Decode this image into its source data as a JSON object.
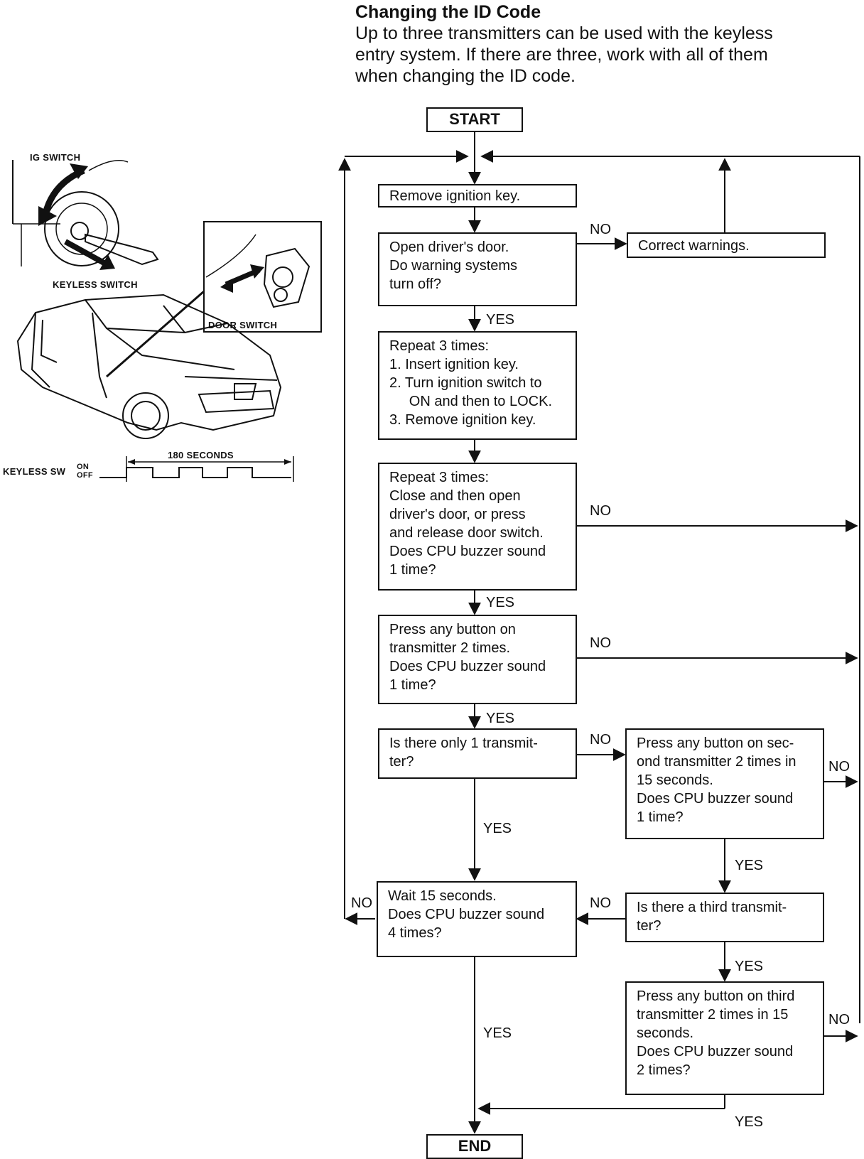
{
  "heading": {
    "title": "Changing the ID Code",
    "body_lines": [
      "Up to three transmitters can be used with the keyless",
      "entry system.  If there are three, work with all of them",
      "when changing the ID code."
    ]
  },
  "illustration": {
    "ig_switch": "IG SWITCH",
    "keyless_switch": "KEYLESS SWITCH",
    "door_switch": "DOOR SWITCH",
    "timing_label": "KEYLESS SW",
    "timing_on": "ON",
    "timing_off": "OFF",
    "timing_duration": "180 SECONDS"
  },
  "flow": {
    "start": "START",
    "end": "END",
    "steps": {
      "remove_key": [
        "Remove ignition key."
      ],
      "open_door": [
        "Open driver's door.",
        "Do warning systems",
        "turn off?"
      ],
      "correct_warnings": [
        "Correct warnings."
      ],
      "repeat_key": [
        "Repeat 3 times:",
        "1.  Insert ignition key.",
        "2.  Turn ignition switch to",
        "     ON and then to LOCK.",
        "3.  Remove ignition key."
      ],
      "repeat_door": [
        "Repeat 3 times:",
        "Close and then open",
        "driver's door, or press",
        "and release door switch.",
        "Does CPU buzzer sound",
        "1 time?"
      ],
      "press_tx1": [
        "Press any button on",
        "transmitter 2 times.",
        "Does CPU buzzer sound",
        "1 time?"
      ],
      "only_one": [
        "Is there only 1 transmit-",
        "ter?"
      ],
      "press_tx2": [
        "Press any button on sec-",
        "ond transmitter 2 times in",
        "15 seconds.",
        "Does CPU buzzer sound",
        "1 time?"
      ],
      "wait_15": [
        "Wait 15 seconds.",
        "Does CPU buzzer sound",
        "4 times?"
      ],
      "third_tx": [
        "Is there a third transmit-",
        "ter?"
      ],
      "press_tx3": [
        "Press any button on third",
        "transmitter 2 times in 15",
        "seconds.",
        "Does CPU buzzer sound",
        "2 times?"
      ]
    },
    "labels": {
      "yes": "YES",
      "no": "NO"
    }
  }
}
